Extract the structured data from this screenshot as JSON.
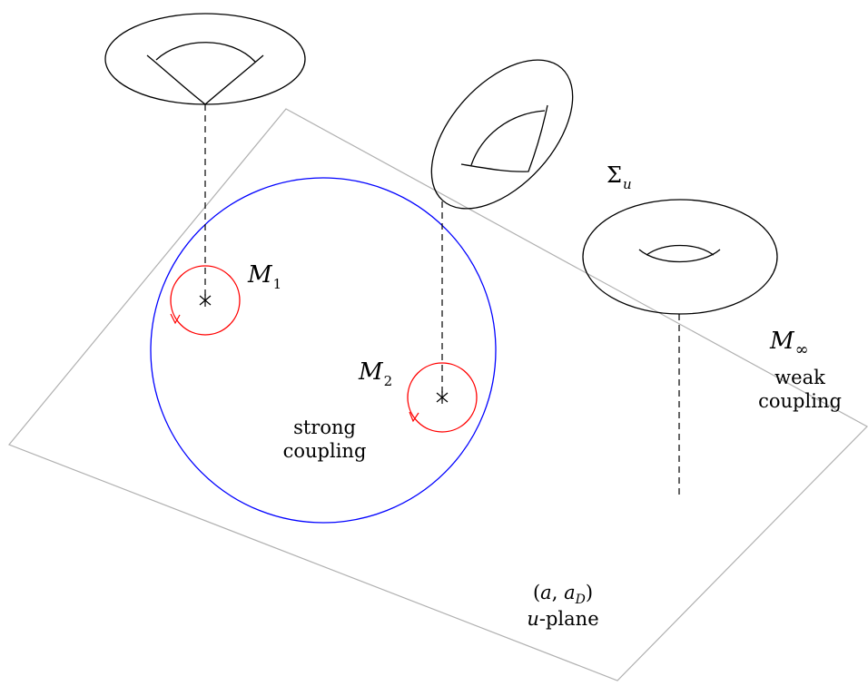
{
  "colors": {
    "plane": "#b0b0b0",
    "strong_region": "#0000ff",
    "monodromy_loop": "#ff0000",
    "curve": "#000000"
  },
  "labels": {
    "sigma_u": {
      "symbol": "Σ",
      "sub": "u"
    },
    "m1": {
      "symbol": "M",
      "sub": "1"
    },
    "m2": {
      "symbol": "M",
      "sub": "2"
    },
    "m_inf": {
      "symbol": "M",
      "sub": "∞"
    },
    "weak_coupling_line1": "weak",
    "weak_coupling_line2": "coupling",
    "strong_coupling_line1": "strong",
    "strong_coupling_line2": "coupling",
    "periods": {
      "open": "(",
      "a": "a",
      "comma": ", ",
      "aD": "a",
      "aD_sub": "D",
      "close": ")"
    },
    "plane_var": "u",
    "plane_suffix": "-plane"
  },
  "markers": {
    "singularity_symbol": "×"
  }
}
